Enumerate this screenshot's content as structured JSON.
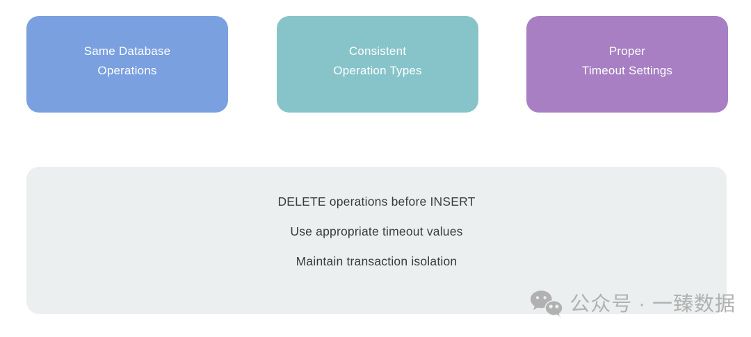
{
  "page": {
    "background_color": "#ffffff"
  },
  "cards": [
    {
      "id": "same-database-operations",
      "lines": [
        "Same Database",
        "Operations"
      ],
      "color": "#7aa0e0",
      "text_color": "#ffffff"
    },
    {
      "id": "consistent-operation-types",
      "lines": [
        "Consistent",
        "Operation Types"
      ],
      "color": "#86c4ca",
      "text_color": "#ffffff"
    },
    {
      "id": "proper-timeout-settings",
      "lines": [
        "Proper",
        "Timeout Settings"
      ],
      "color": "#a77fc2",
      "text_color": "#ffffff"
    }
  ],
  "panel": {
    "background_color": "#eceff0",
    "text_color": "#3b3b3b",
    "items": [
      "DELETE operations before INSERT",
      "Use appropriate timeout values",
      "Maintain transaction isolation"
    ]
  },
  "watermark": {
    "icon": "wechat-icon",
    "text": "公众号 · 一臻数据",
    "color": "#b1b1b1"
  }
}
